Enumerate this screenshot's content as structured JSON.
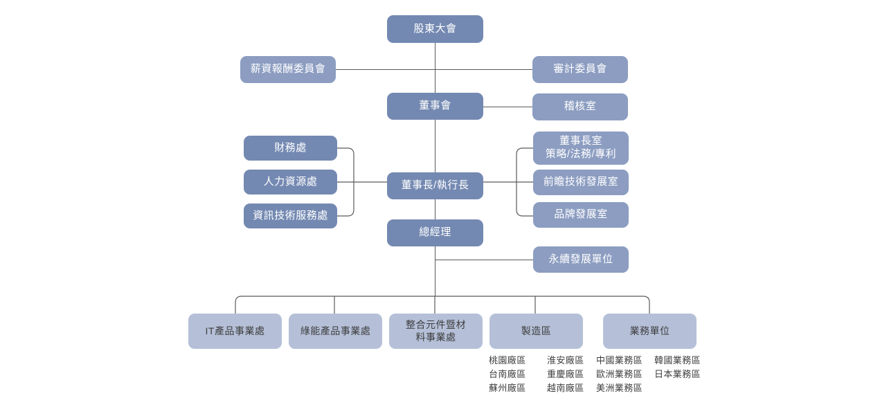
{
  "chart": {
    "type": "org-chart",
    "title": "",
    "palette": {
      "dark_box": "#7489b2",
      "mid_box": "#8c9dc1",
      "light_box": "#b5c0d8",
      "line": "#59595c",
      "dark_text": "#ffffff",
      "light_text": "#3d3d3d",
      "background": "#ffffff"
    },
    "nodes": {
      "shareholders_meeting": "股東大會",
      "compensation_committee": "薪資報酬委員會",
      "audit_committee": "審計委員會",
      "board_of_directors": "董事會",
      "audit_office": "稽核室",
      "chairman_ceo": "董事長/執行長",
      "finance_division": "財務處",
      "hr_division": "人力資源處",
      "it_service_division": "資訊技術服務處",
      "chairman_office": "董事長室\n策略/法務/專利",
      "advanced_tech_office": "前瞻技術發展室",
      "brand_development_office": "品牌發展室",
      "general_manager": "總經理",
      "sustainability_unit": "永續發展單位",
      "it_product_bu": "IT產品事業處",
      "green_energy_bu": "綠能產品事業處",
      "integrated_components_bu": "整合元件暨材\n料事業處",
      "manufacturing_area": "製造區",
      "sales_unit": "業務單位"
    },
    "manufacturing_sites": [
      [
        "桃園廠區",
        "淮安廠區"
      ],
      [
        "台南廠區",
        "重慶廠區"
      ],
      [
        "蘇州廠區",
        "越南廠區"
      ]
    ],
    "sales_regions": [
      [
        "中國業務區",
        "韓國業務區"
      ],
      [
        "歐洲業務區",
        "日本業務區"
      ],
      [
        "美洲業務區",
        ""
      ]
    ]
  }
}
